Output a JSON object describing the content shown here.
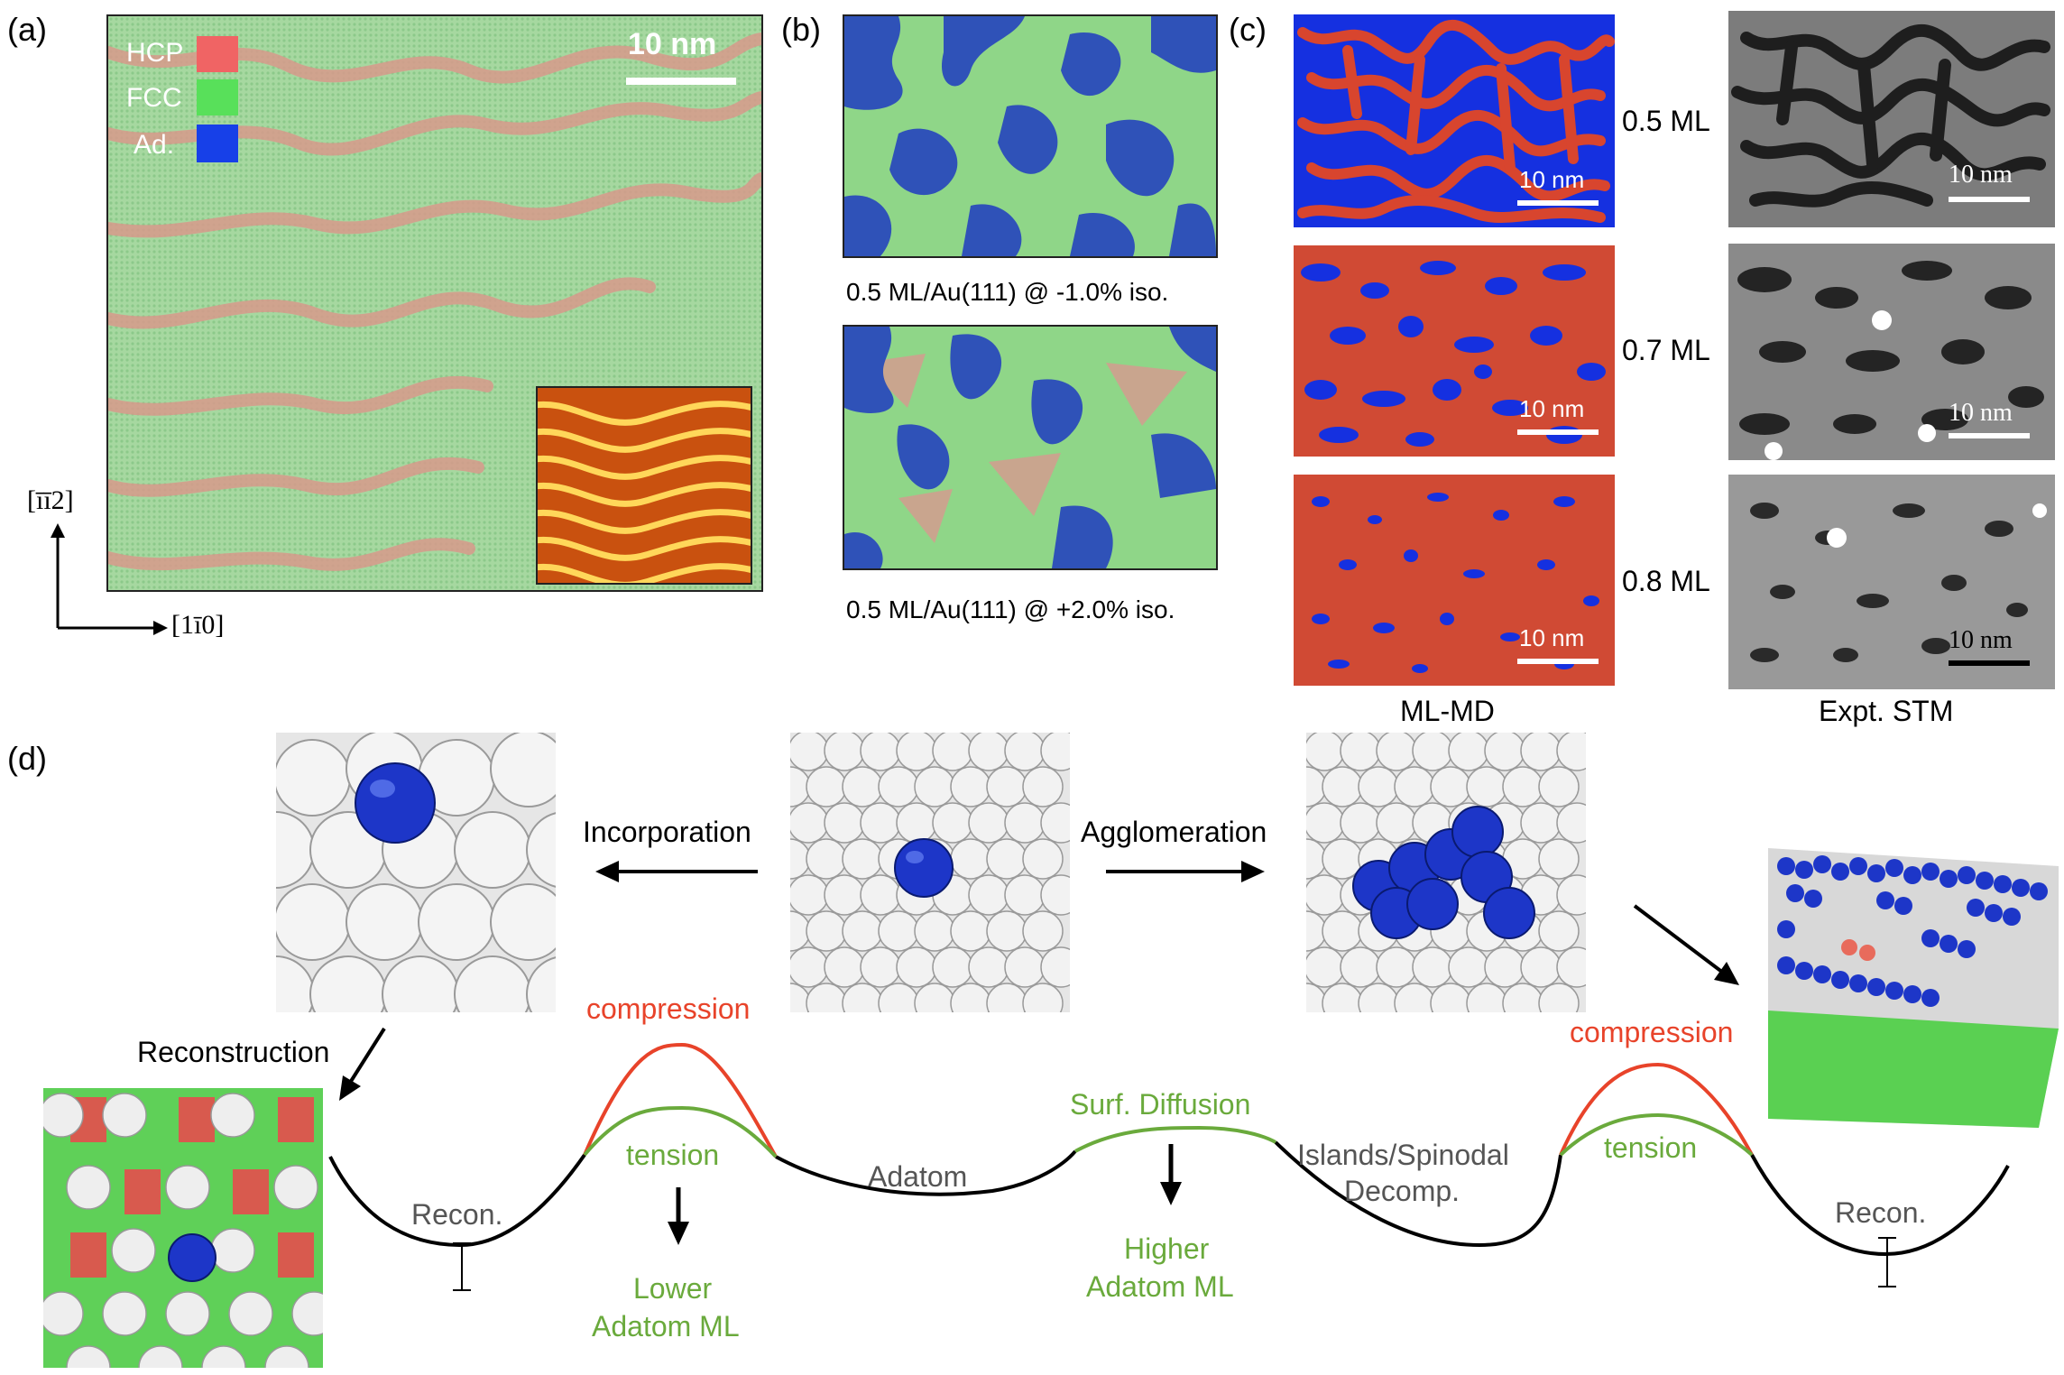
{
  "panels": {
    "a": "(a)",
    "b": "(b)",
    "c": "(c)",
    "d": "(d)"
  },
  "panel_a": {
    "legend": [
      "HCP",
      "FCC",
      "Ad."
    ],
    "scalebar": "10 nm",
    "axis_up": "[īī2]",
    "axis_right": "[1ī0]",
    "colors": {
      "hcp": "#f06464",
      "fcc": "#58e05a",
      "adatom": "#1740e8"
    }
  },
  "panel_b": {
    "caption_top": "0.5 ML/Au(111) @ -1.0% iso.",
    "caption_bottom": "0.5 ML/Au(111) @ +2.0% iso."
  },
  "panel_c": {
    "scalebar": "10 nm",
    "coverages": [
      "0.5 ML",
      "0.7 ML",
      "0.8 ML"
    ],
    "col_md": "ML-MD",
    "col_stm": "Expt. STM"
  },
  "panel_d": {
    "incorporation": "Incorporation",
    "agglomeration": "Agglomeration",
    "reconstruction": "Reconstruction",
    "compression_left": "compression",
    "tension_left": "tension",
    "compression_right": "compression",
    "tension_right": "tension",
    "recon_left": "Recon.",
    "adatom": "Adatom",
    "surf_diffusion": "Surf. Diffusion",
    "islands": "Islands/Spinodal",
    "decomp": "Decomp.",
    "recon_right": "Recon.",
    "lower_1": "Lower",
    "lower_2": "Adatom ML",
    "higher_1": "Higher",
    "higher_2": "Adatom ML",
    "colors": {
      "compression": "#e8432a",
      "tension": "#6aaa3c",
      "gray_text": "#555555"
    }
  }
}
